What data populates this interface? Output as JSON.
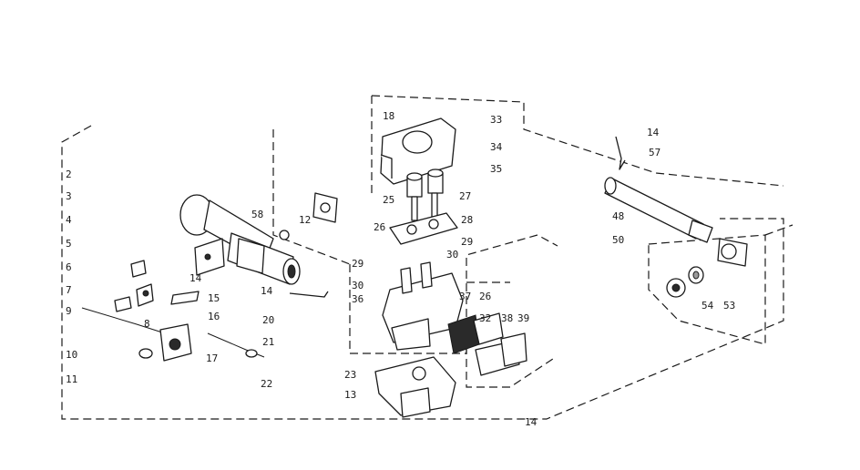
{
  "callouts": [
    "2",
    "3",
    "4",
    "5",
    "6",
    "7",
    "9",
    "8",
    "10",
    "11",
    "14",
    "15",
    "14",
    "16",
    "17",
    "58",
    "12",
    "20",
    "21",
    "22",
    "18",
    "33",
    "34",
    "35",
    "25",
    "27",
    "26",
    "28",
    "29",
    "30",
    "29",
    "30",
    "36",
    "37",
    "26",
    "32",
    "38",
    "39",
    "23",
    "13",
    "14",
    "14",
    "57",
    "48",
    "50",
    "54",
    "53"
  ]
}
